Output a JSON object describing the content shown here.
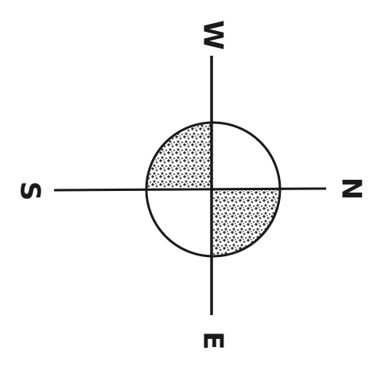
{
  "diagram": {
    "labels": {
      "top": "W",
      "right": "N",
      "bottom": "E",
      "left": "S"
    },
    "colors": {
      "line": "#1a1a1a",
      "background": "#ffffff",
      "shading": "#6b6b6b"
    },
    "shaded_quadrants": [
      "upper-left",
      "lower-right"
    ]
  }
}
